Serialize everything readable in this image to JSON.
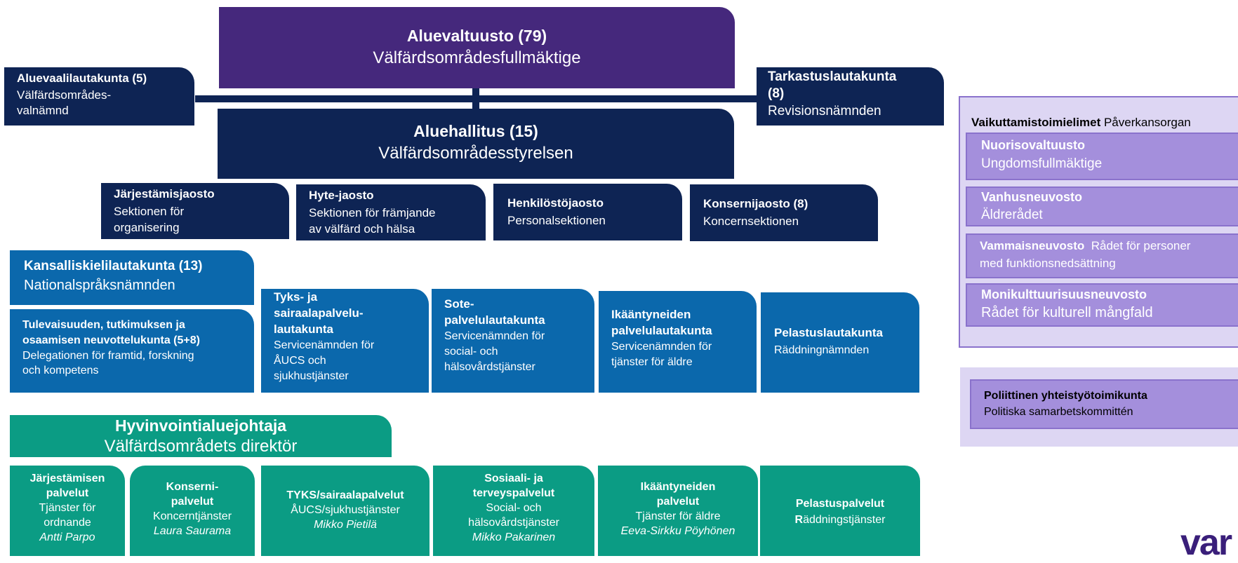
{
  "council": {
    "title": "Aluevaltuusto (79)",
    "subtitle": "Välfärdsområdesfullmäktige"
  },
  "election_board": {
    "title": "Aluevaalilautakunta (5)",
    "subtitle_1": "Välfärdsområdes-",
    "subtitle_2": "valnämnd"
  },
  "audit_board": {
    "title_1": "Tarkastuslautakunta",
    "title_2": "(8)",
    "subtitle": "Revisionsnämnden"
  },
  "government": {
    "title": "Aluehallitus (15)",
    "subtitle": "Välfärdsområdesstyrelsen"
  },
  "sections": [
    {
      "title": "Järjestämisjaosto",
      "sub_1": "Sektionen för",
      "sub_2": "organisering"
    },
    {
      "title": "Hyte-jaosto",
      "sub_1": "Sektionen för främjande",
      "sub_2": "av välfärd och hälsa"
    },
    {
      "title": "Henkilöstöjaosto",
      "sub_1": "Personalsektionen"
    },
    {
      "title": "Konsernijaosto (8)",
      "sub_1": "Koncernsektionen"
    }
  ],
  "language_board": {
    "title": "Kansalliskielilautakunta (13)",
    "subtitle": "Nationalspråksnämnden"
  },
  "future_board": {
    "title_1": "Tulevaisuuden, tutkimuksen ja",
    "title_2": "osaamisen neuvottelukunta (5+8)",
    "sub_1": "Delegationen för framtid, forskning",
    "sub_2": "och kompetens"
  },
  "service_boards": [
    {
      "title_1": "Tyks- ja",
      "title_2": "sairaalapalvelu-",
      "title_3": "lautakunta",
      "sub_1": "Servicenämnden för",
      "sub_2": "ÅUCS och",
      "sub_3": "sjukhustjänster"
    },
    {
      "title_1": "Sote-",
      "title_2": "palvelulautakunta",
      "sub_1": "Servicenämnden för",
      "sub_2": "social- och",
      "sub_3": "hälsovårdstjänster"
    },
    {
      "title_1": "Ikääntyneiden",
      "title_2": "palvelulautakunta",
      "sub_1": "Servicenämnden för",
      "sub_2": "tjänster för äldre"
    },
    {
      "title_1": "Pelastuslautakunta",
      "sub_1": "Räddningnämnden"
    }
  ],
  "director": {
    "title": "Hyvinvointialuejohtaja",
    "subtitle": "Välfärdsområdets direktör"
  },
  "services": [
    {
      "t1": "Järjestämisen",
      "t2": "palvelut",
      "s1": "Tjänster för",
      "s2": "ordnande",
      "person": "Antti Parpo"
    },
    {
      "t1": "Konserni-",
      "t2": "palvelut",
      "s1": "Koncerntjänster",
      "person": "Laura Saurama"
    },
    {
      "t1": "TYKS/sairaalapalvelut",
      "s1": "ÅUCS/sjukhustjänster",
      "person": "Mikko Pietilä"
    },
    {
      "t1": "Sosiaali- ja",
      "t2": "terveyspalvelut",
      "s1": "Social- och",
      "s2": "hälsovårdstjänster",
      "person": "Mikko Pakarinen"
    },
    {
      "t1": "Ikääntyneiden",
      "t2": "palvelut",
      "s1": "Tjänster för äldre",
      "person": "Eeva-Sirkku Pöyhönen"
    },
    {
      "t1": "Pelastuspalvelut",
      "s1_bold": "R",
      "s1": "äddningstjänster"
    }
  ],
  "influence": {
    "heading_bold": "Vaikuttamistoimielimet",
    "heading_rest": " Påverkansorgan",
    "items": [
      {
        "title": "Nuorisovaltuusto",
        "sub": "Ungdomsfullmäktige"
      },
      {
        "title": "Vanhusneuvosto",
        "sub": "Äldrerådet"
      },
      {
        "title": "Vammaisneuvosto",
        "title_rest": "  Rådet för personer",
        "sub": "med funktionsnedsättning"
      },
      {
        "title": "Monikulttuurisuusneuvosto",
        "sub": "Rådet för kulturell mångfald"
      }
    ]
  },
  "cooperation": {
    "title": "Poliittinen yhteistyötoimikunta",
    "subtitle": "Politiska samarbetskommittén"
  },
  "logo_text": "var",
  "colors": {
    "navy": "#0e2454",
    "purple": "#45287c",
    "blue": "#0b68ac",
    "green": "#0b9c84",
    "lavender": "#a48fdc",
    "lavender_bg": "#ddd6f3"
  }
}
